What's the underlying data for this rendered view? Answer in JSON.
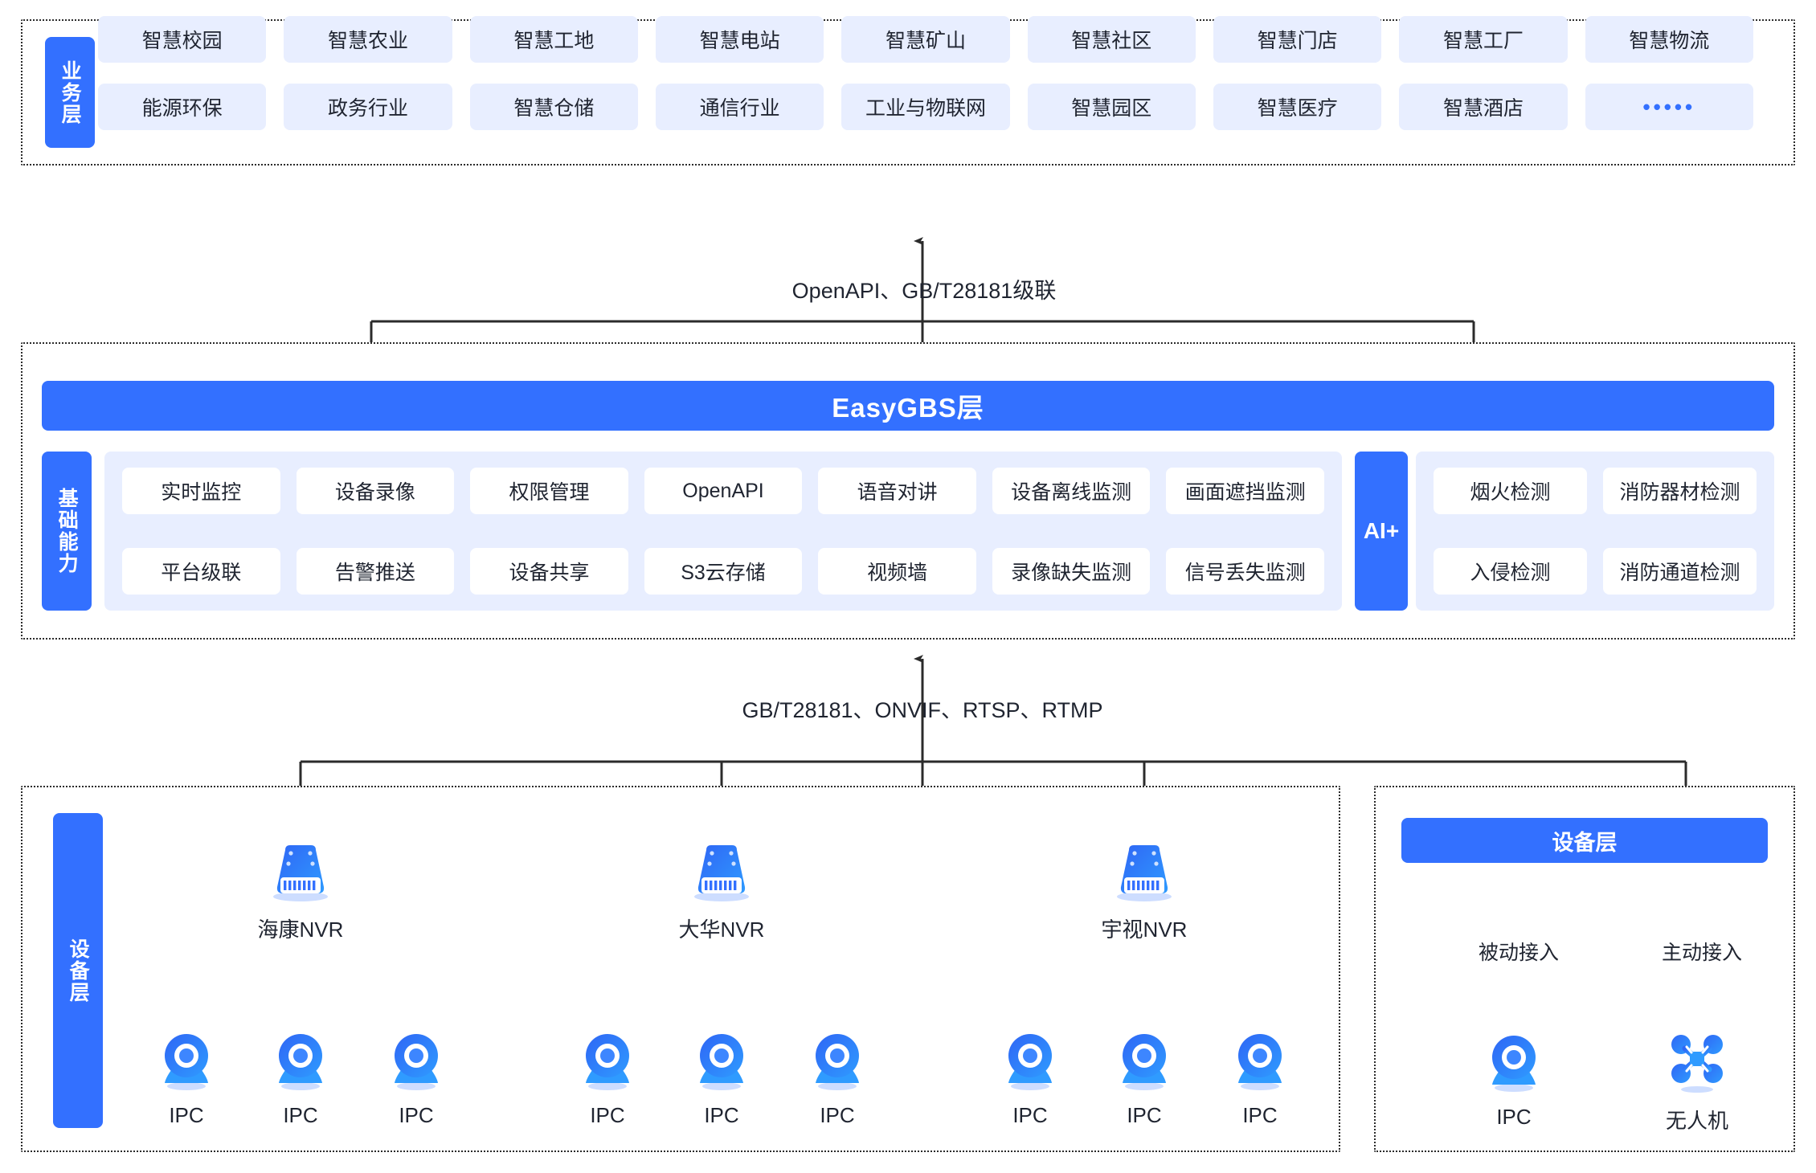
{
  "business_layer": {
    "tab_label": "业务层",
    "row1": [
      {
        "label": "智慧校园"
      },
      {
        "label": "智慧农业"
      },
      {
        "label": "智慧工地"
      },
      {
        "label": "智慧电站"
      },
      {
        "label": "智慧矿山"
      },
      {
        "label": "智慧社区"
      },
      {
        "label": "智慧门店"
      },
      {
        "label": "智慧工厂"
      },
      {
        "label": "智慧物流"
      }
    ],
    "row2": [
      {
        "label": "能源环保"
      },
      {
        "label": "政务行业"
      },
      {
        "label": "智慧仓储"
      },
      {
        "label": "通信行业"
      },
      {
        "label": "工业与物联网"
      },
      {
        "label": "智慧园区"
      },
      {
        "label": "智慧医疗"
      },
      {
        "label": "智慧酒店"
      },
      {
        "label": "•••••"
      }
    ]
  },
  "connectors": {
    "business_to_platform": "OpenAPI、GB/T28181级联",
    "platform_to_device": "GB/T28181、ONVIF、RTSP、RTMP"
  },
  "platform_layer": {
    "title": "EasyGBS层",
    "capability_tab_label": "基础能力",
    "capability_row1": [
      {
        "label": "实时监控"
      },
      {
        "label": "设备录像"
      },
      {
        "label": "权限管理"
      },
      {
        "label": "OpenAPI"
      },
      {
        "label": "语音对讲"
      },
      {
        "label": "设备离线监测"
      },
      {
        "label": "画面遮挡监测"
      }
    ],
    "capability_row2": [
      {
        "label": "平台级联"
      },
      {
        "label": "告警推送"
      },
      {
        "label": "设备共享"
      },
      {
        "label": "S3云存储"
      },
      {
        "label": "视频墙"
      },
      {
        "label": "录像缺失监测"
      },
      {
        "label": "信号丢失监测"
      }
    ],
    "ai_tab_label": "AI+",
    "ai_row1": [
      {
        "label": "烟火检测"
      },
      {
        "label": "消防器材检测"
      }
    ],
    "ai_row2": [
      {
        "label": "入侵检测"
      },
      {
        "label": "消防通道检测"
      }
    ]
  },
  "device_layer_left": {
    "tab_label": "设备层",
    "groups": [
      {
        "nvr_label": "海康NVR",
        "cameras": [
          {
            "label": "IPC"
          },
          {
            "label": "IPC"
          },
          {
            "label": "IPC"
          }
        ]
      },
      {
        "nvr_label": "大华NVR",
        "cameras": [
          {
            "label": "IPC"
          },
          {
            "label": "IPC"
          },
          {
            "label": "IPC"
          }
        ]
      },
      {
        "nvr_label": "宇视NVR",
        "cameras": [
          {
            "label": "IPC"
          },
          {
            "label": "IPC"
          },
          {
            "label": "IPC"
          }
        ]
      }
    ]
  },
  "device_layer_right": {
    "title": "设备层",
    "branches": [
      {
        "edge_label": "被动接入",
        "node_label": "IPC",
        "icon": "camera-icon"
      },
      {
        "edge_label": "主动接入",
        "node_label": "无人机",
        "icon": "drone-icon"
      }
    ]
  },
  "colors": {
    "brand_blue": "#3370ff",
    "chip_blue": "#e8eeff",
    "line": "#2b2b2b",
    "text": "#1f2430"
  }
}
